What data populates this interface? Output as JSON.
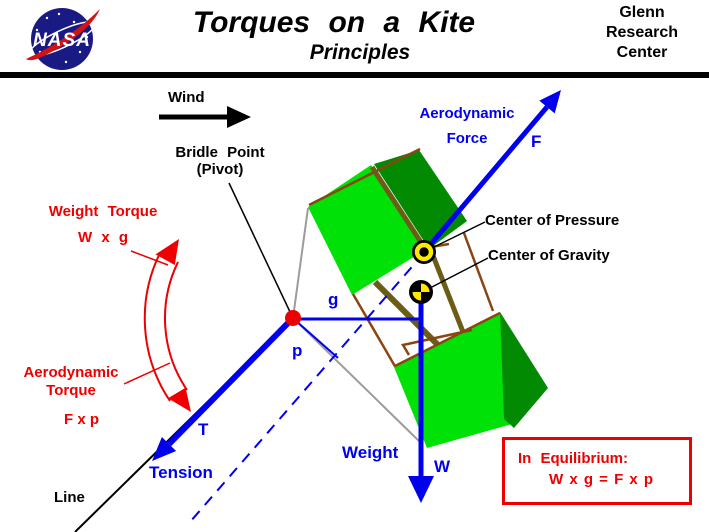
{
  "header": {
    "logo_text": "NASA",
    "title": "Torques on a Kite",
    "subtitle": "Principles",
    "org": [
      "Glenn",
      "Research",
      "Center"
    ]
  },
  "diagram": {
    "wind": "Wind",
    "bridle_point_line1": "Bridle Point",
    "bridle_point_line2": "(Pivot)",
    "aero_force_line1": "Aerodynamic",
    "aero_force_line2": "Force",
    "force_symbol": "F",
    "weight_torque_title": "Weight Torque",
    "weight_torque_formula": "W x g",
    "aero_torque_line1": "Aerodynamic",
    "aero_torque_line2": "Torque",
    "aero_torque_formula": "F x p",
    "center_of_pressure": "Center of Pressure",
    "center_of_gravity": "Center of  Gravity",
    "moment_arm_g": "g",
    "moment_arm_p": "p",
    "tension_symbol": "T",
    "tension_label": "Tension",
    "weight_label": "Weight",
    "weight_symbol": "W",
    "line_label": "Line"
  },
  "equilibrium": {
    "heading": "In Equilibrium:",
    "equation": "W x g  =  F x p"
  },
  "colors": {
    "accent_blue": "#0000ee",
    "accent_red": "#ee0000",
    "kite_green_light": "#00e107",
    "kite_green_dark": "#038a03",
    "kite_frame_brown": "#8a4511",
    "kite_spar_olive": "#6b5c16",
    "bridle_gray": "#9c9c9c",
    "nasa_navy": "#1a1a85",
    "marker_yellow": "#ffe800"
  }
}
